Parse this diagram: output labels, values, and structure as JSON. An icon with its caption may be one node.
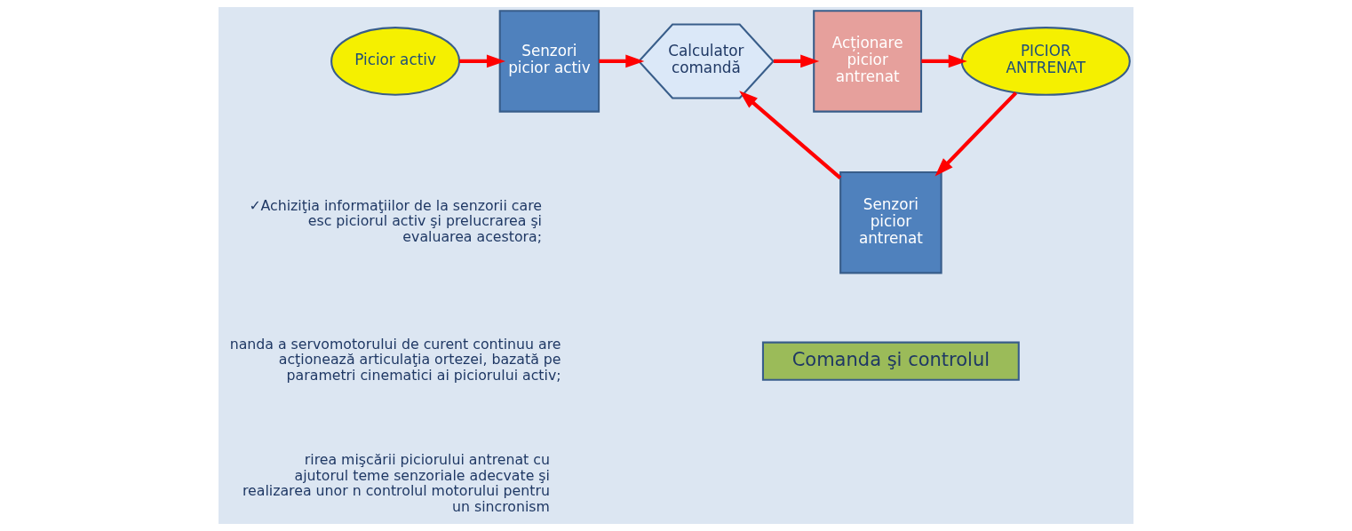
{
  "diagram": {
    "nodes": [
      {
        "text": [
          "Picior activ"
        ]
      },
      {
        "text": [
          "Senzori picior activ"
        ]
      },
      {
        "text": [
          "Calculator comandă"
        ]
      },
      {
        "text": [
          "Acționare picior antrenat"
        ]
      },
      {
        "text": [
          "PICIOR ANTRENAT"
        ]
      },
      {
        "text": [
          "Senzori picior antrenat"
        ]
      },
      {
        "text": [
          "Comanda şi controlul"
        ]
      }
    ],
    "edges": [
      {
        "from": 0,
        "to": 1,
        "arrow": "to"
      },
      {
        "from": 1,
        "to": 2,
        "arrow": "to"
      },
      {
        "from": 2,
        "to": 3,
        "arrow": "to"
      },
      {
        "from": 3,
        "to": 4,
        "arrow": "to"
      },
      {
        "from": 4,
        "to": 5,
        "arrow": "to"
      },
      {
        "from": 5,
        "to": 2,
        "arrow": "to"
      }
    ],
    "labels": [
      "✓Achiziţia informaţiilor de la senzorii care esc piciorul activ şi prelucrarea şi evaluarea acestora;",
      "nanda a servomotorului de curent continuu are acţionează articulaţia ortezei, bazată pe parametri cinematici ai piciorului activ;",
      "rirea mişcării piciorului antrenat cu ajutorul teme senzoriale adecvate şi realizarea unor n controlul motorului pentru un sincronism"
    ]
  }
}
